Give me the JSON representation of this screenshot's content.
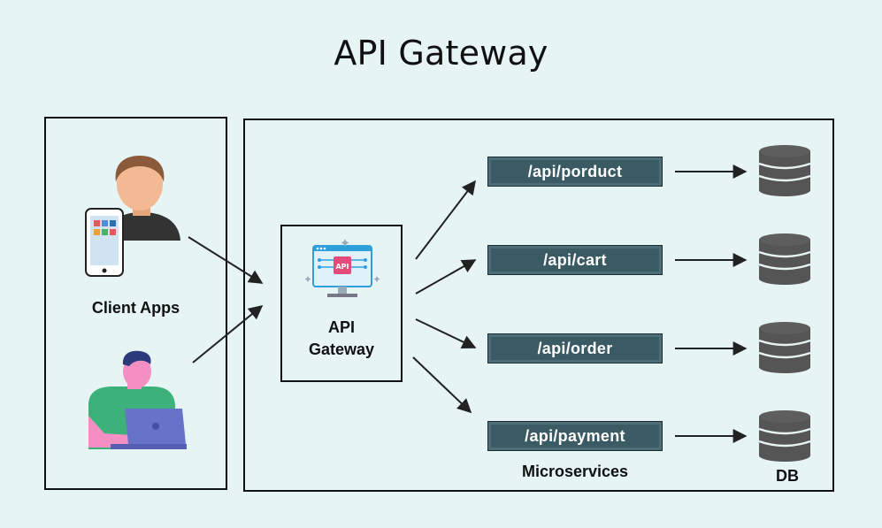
{
  "title": "API Gateway",
  "client_section": {
    "label": "Client Apps"
  },
  "gateway": {
    "label_line1": "API",
    "label_line2": "Gateway",
    "icon_text": "API"
  },
  "services": [
    {
      "path": "/api/porduct"
    },
    {
      "path": "/api/cart"
    },
    {
      "path": "/api/order"
    },
    {
      "path": "/api/payment"
    }
  ],
  "microservices_label": "Microservices",
  "db_label": "DB",
  "colors": {
    "background": "#e6f5f3",
    "service_fill": "#3a5a64",
    "db_fill": "#555555",
    "line": "#222222"
  }
}
